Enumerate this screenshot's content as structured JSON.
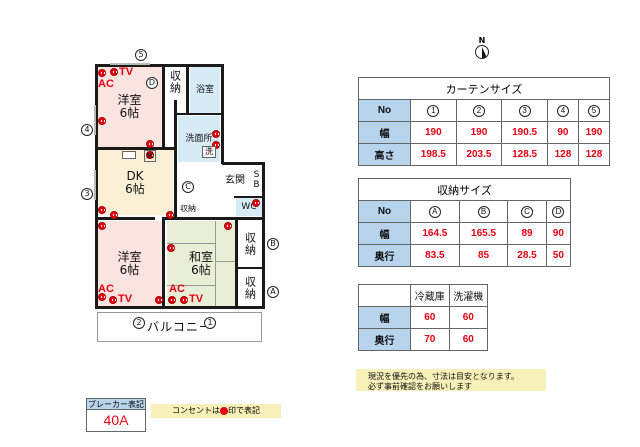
{
  "floorplan": {
    "rooms": {
      "western1": {
        "name": "洋室",
        "size": "6帖"
      },
      "western2": {
        "name": "洋室",
        "size": "6帖"
      },
      "dk": {
        "name": "DK",
        "size": "6帖"
      },
      "japanese": {
        "name": "和室",
        "size": "6帖"
      },
      "bath": {
        "name": "浴室"
      },
      "washroom": {
        "name": "洗面所"
      },
      "washer": {
        "name": "洗"
      },
      "kitchen_mark": {
        "name": "米"
      },
      "entrance": {
        "name": "玄関"
      },
      "shoe_box": {
        "name": "SB"
      },
      "wc": {
        "name": "WC"
      },
      "storage_d": {
        "name": "収納"
      },
      "storage_c": {
        "name": "収納"
      },
      "storage_b": {
        "name": "収納"
      },
      "storage_a": {
        "name": "収納"
      },
      "balcony": {
        "name": "バルコニー"
      }
    },
    "markers": {
      "m1": "1",
      "m2": "2",
      "m3": "3",
      "m4": "4",
      "m5": "5",
      "ma": "A",
      "mb": "B",
      "mc": "C",
      "md": "D"
    },
    "labels": {
      "ac": "AC",
      "tv": "TV"
    },
    "compass": "N"
  },
  "curtain_table": {
    "title": "カーテンサイズ",
    "header": "No",
    "columns": [
      "1",
      "2",
      "3",
      "4",
      "5"
    ],
    "rows": [
      {
        "label": "幅",
        "values": [
          "190",
          "190",
          "190.5",
          "90",
          "190"
        ]
      },
      {
        "label": "高さ",
        "values": [
          "198.5",
          "203.5",
          "128.5",
          "128",
          "128"
        ]
      }
    ]
  },
  "storage_table": {
    "title": "収納サイズ",
    "header": "No",
    "columns": [
      "A",
      "B",
      "C",
      "D"
    ],
    "rows": [
      {
        "label": "幅",
        "values": [
          "164.5",
          "165.5",
          "89",
          "90"
        ]
      },
      {
        "label": "奥行",
        "values": [
          "83.5",
          "85",
          "28.5",
          "50"
        ]
      }
    ]
  },
  "appliance_table": {
    "columns": [
      "冷蔵庫",
      "洗濯機"
    ],
    "rows": [
      {
        "label": "幅",
        "values": [
          "60",
          "60"
        ]
      },
      {
        "label": "奥行",
        "values": [
          "70",
          "60"
        ]
      }
    ]
  },
  "note": {
    "line1": "現況を優先の為、寸法は目安となります。",
    "line2": "必ず事前確認をお願いします"
  },
  "breaker": {
    "label": "ブレーカー表記",
    "value": "40A"
  },
  "outlet_legend": {
    "before": "コンセントは",
    "after": "印で表記"
  },
  "colors": {
    "accent_red": "#e60012",
    "header_blue": "#b8d3ec",
    "note_yellow": "#f7f0b8"
  }
}
